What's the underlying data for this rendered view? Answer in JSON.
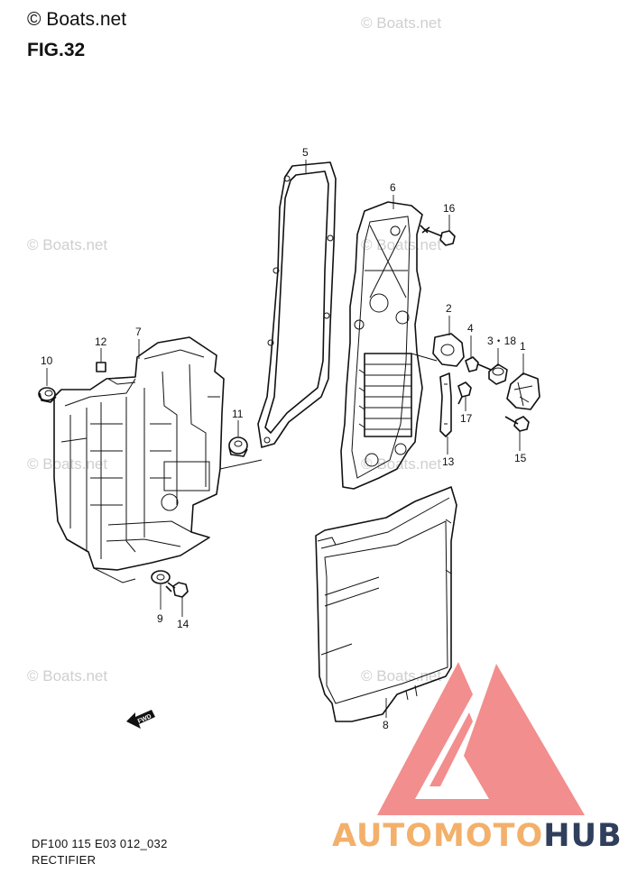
{
  "header": {
    "brand_watermark": "© Boats.net",
    "figure_label": "FIG.32"
  },
  "watermarks": [
    "© Boats.net",
    "© Boats.net",
    "© Boats.net",
    "© Boats.net",
    "© Boats.net",
    "© Boats.net",
    "© Boats.net"
  ],
  "callouts": [
    "1",
    "2",
    "3・18",
    "4",
    "5",
    "6",
    "7",
    "8",
    "9",
    "10",
    "11",
    "12",
    "13",
    "14",
    "15",
    "16",
    "17"
  ],
  "fwd_label": "FWD",
  "footer": {
    "diagram_code": "DF100 115 E03 012_032",
    "caption": "RECTIFIER"
  },
  "logo": {
    "text_left": "AUTOMOTO",
    "text_right": "HUB",
    "color_left": "#f3b06b",
    "color_right": "#2f3f5c",
    "mark_color": "#f07a7a"
  }
}
